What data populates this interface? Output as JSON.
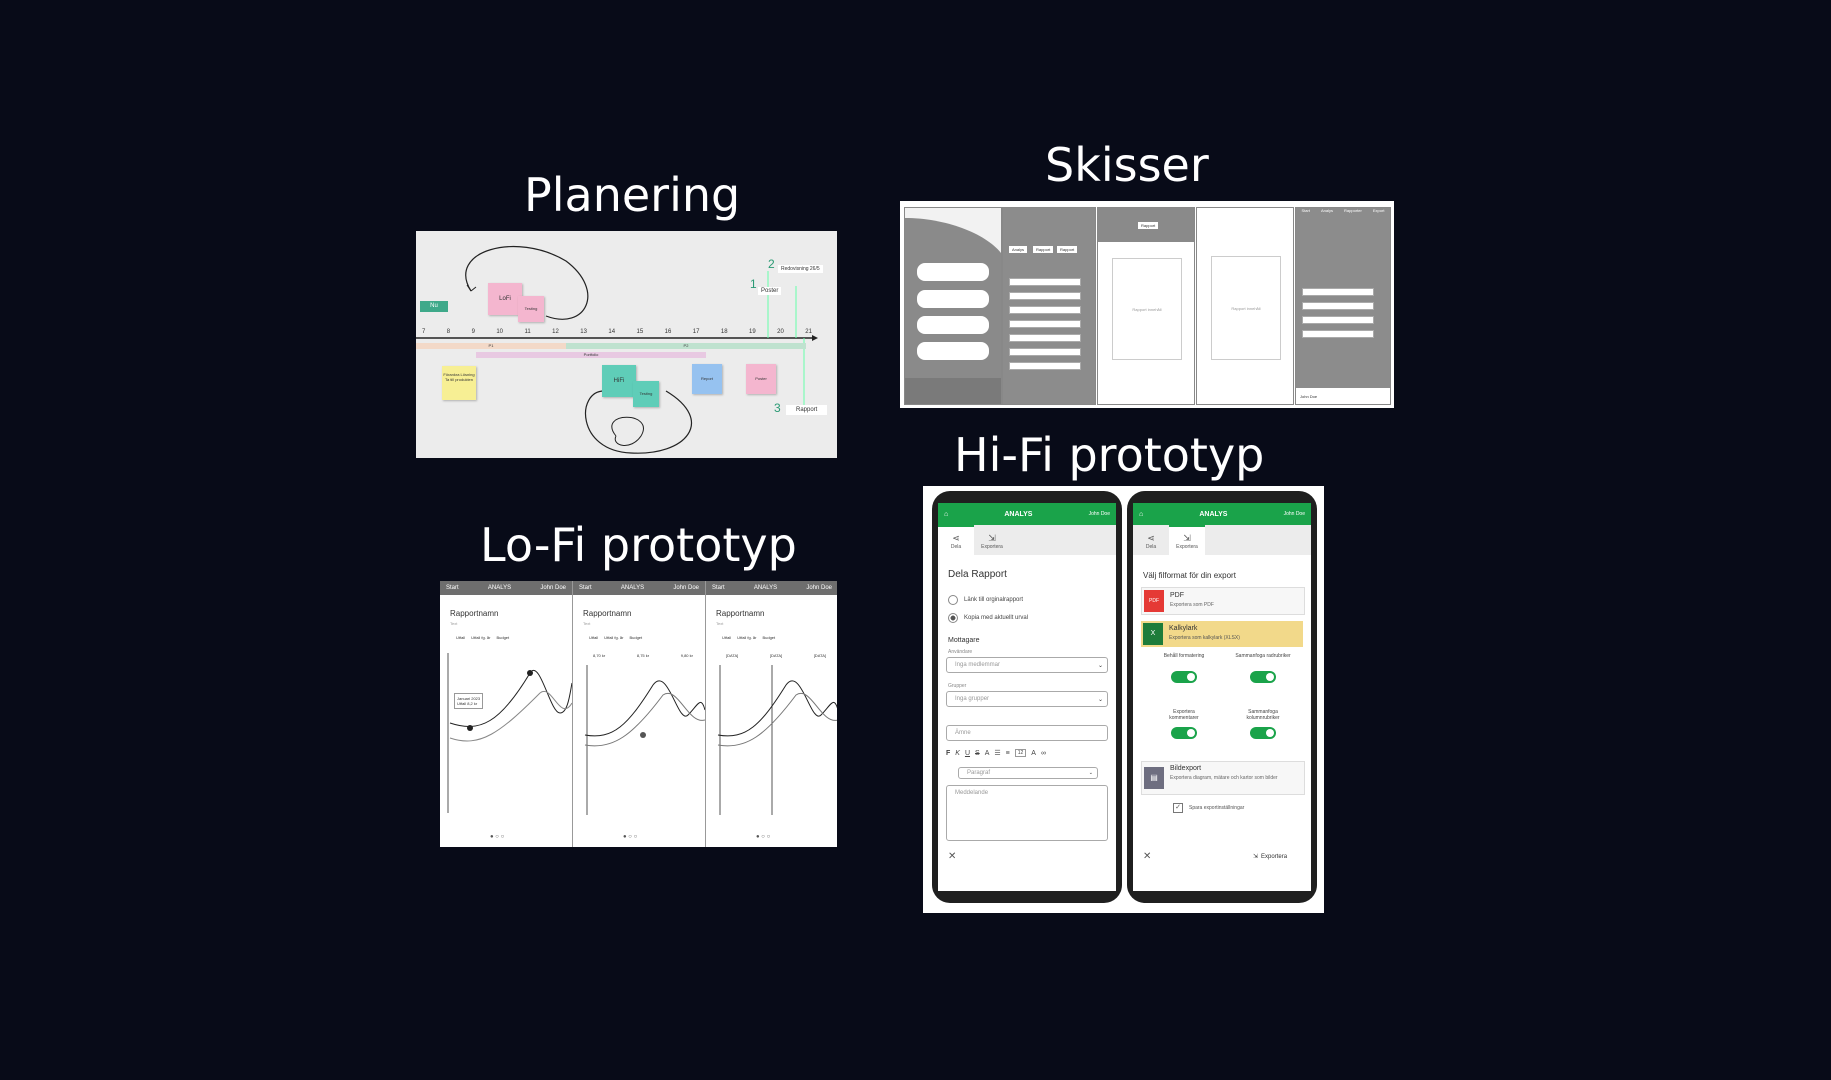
{
  "headings": {
    "planering": "Planering",
    "skisser": "Skisser",
    "lofi": "Lo-Fi prototyp",
    "hifi": "Hi-Fi prototyp"
  },
  "planering": {
    "timeline_ticks": [
      "7",
      "8",
      "9",
      "10",
      "11",
      "12",
      "13",
      "14",
      "15",
      "16",
      "17",
      "18",
      "19",
      "20",
      "21"
    ],
    "start_label": "Nu",
    "milestones": [
      {
        "num": "1",
        "label": "Poster"
      },
      {
        "num": "2",
        "label": "Redovisning 26/5"
      },
      {
        "num": "3",
        "label": "Rapport"
      }
    ],
    "bars": {
      "p1": "P1",
      "p2": "P2",
      "portfolio": "Portfolio"
    },
    "stickies": {
      "pink1": "LoFi",
      "pink2": "Testing",
      "yellow": "Förankra Lösning Ta till produkten",
      "teal1": "HiFi",
      "teal2": "Testing",
      "blue": "Report",
      "pink3": "Poster"
    }
  },
  "skisser": {
    "tab_buttons": [
      "Analys",
      "Rapport",
      "Rapport",
      "Rapport"
    ],
    "row_label": "Rapport",
    "placeholder": "Rapport innehåll",
    "top_tabs": [
      "Start",
      "Analys",
      "Rapporter",
      "Export"
    ],
    "user": "John Doe"
  },
  "lofi": {
    "screens": [
      {
        "home": "Start",
        "section": "ANALYS",
        "user": "John Doe",
        "title": "Rapportnamn",
        "sub": "Text",
        "legend": [
          "Utfall",
          "Utfall fg. år",
          "Budget"
        ],
        "tooltip1": "Januari 2023",
        "tooltip2": "Utfall 8,2 kr",
        "values": []
      },
      {
        "home": "Start",
        "section": "ANALYS",
        "user": "John Doe",
        "title": "Rapportnamn",
        "sub": "Text",
        "legend": [
          "Utfall",
          "Utfall fg. år",
          "Budget"
        ],
        "values": [
          "8,70 kr",
          "8,75 kr",
          "9,80 kr"
        ]
      },
      {
        "home": "Start",
        "section": "ANALYS",
        "user": "John Doe",
        "title": "Rapportnamn",
        "sub": "Text",
        "legend": [
          "Utfall",
          "Utfall fg. år",
          "Budget"
        ],
        "values": [
          "[DATA]",
          "[DATA]",
          "[DATA]"
        ]
      }
    ]
  },
  "hifi": {
    "app_title": "ANALYS",
    "user": "John Doe",
    "tab_share": "Dela",
    "tab_export": "Exportera",
    "left": {
      "title": "Dela Rapport",
      "radio1": "Länk till orginalrapport",
      "radio2": "Kopia med aktuellt urval",
      "recipients": "Mottagare",
      "users_label": "Användare",
      "users_placeholder": "Inga medlemmar",
      "groups_label": "Grupper",
      "groups_placeholder": "Inga grupper",
      "subject_placeholder": "Ämne",
      "font_size": "12",
      "paragraph": "Paragraf",
      "message_placeholder": "Meddelande",
      "close": "✕"
    },
    "right": {
      "title": "Välj filformat för din export",
      "pdf_title": "PDF",
      "pdf_sub": "Exportera som PDF",
      "xls_title": "Kalkylark",
      "xls_sub": "Exportera som kalkylark (XLSX)",
      "opt1": "Behåll formatering",
      "opt2": "Sammanfoga radrubriker",
      "opt3": "Exportera kommentarer",
      "opt4": "Sammanfoga kolumnrubriker",
      "img_title": "Bildexport",
      "img_sub": "Exportera diagram, mätare och kartor som bilder",
      "save_settings": "Spara exportinställningar",
      "export_btn": "Exportera",
      "close": "✕"
    }
  },
  "colors": {
    "background": "#080b18",
    "accent_green": "#1aa34a",
    "highlight": "#f2d98a"
  }
}
